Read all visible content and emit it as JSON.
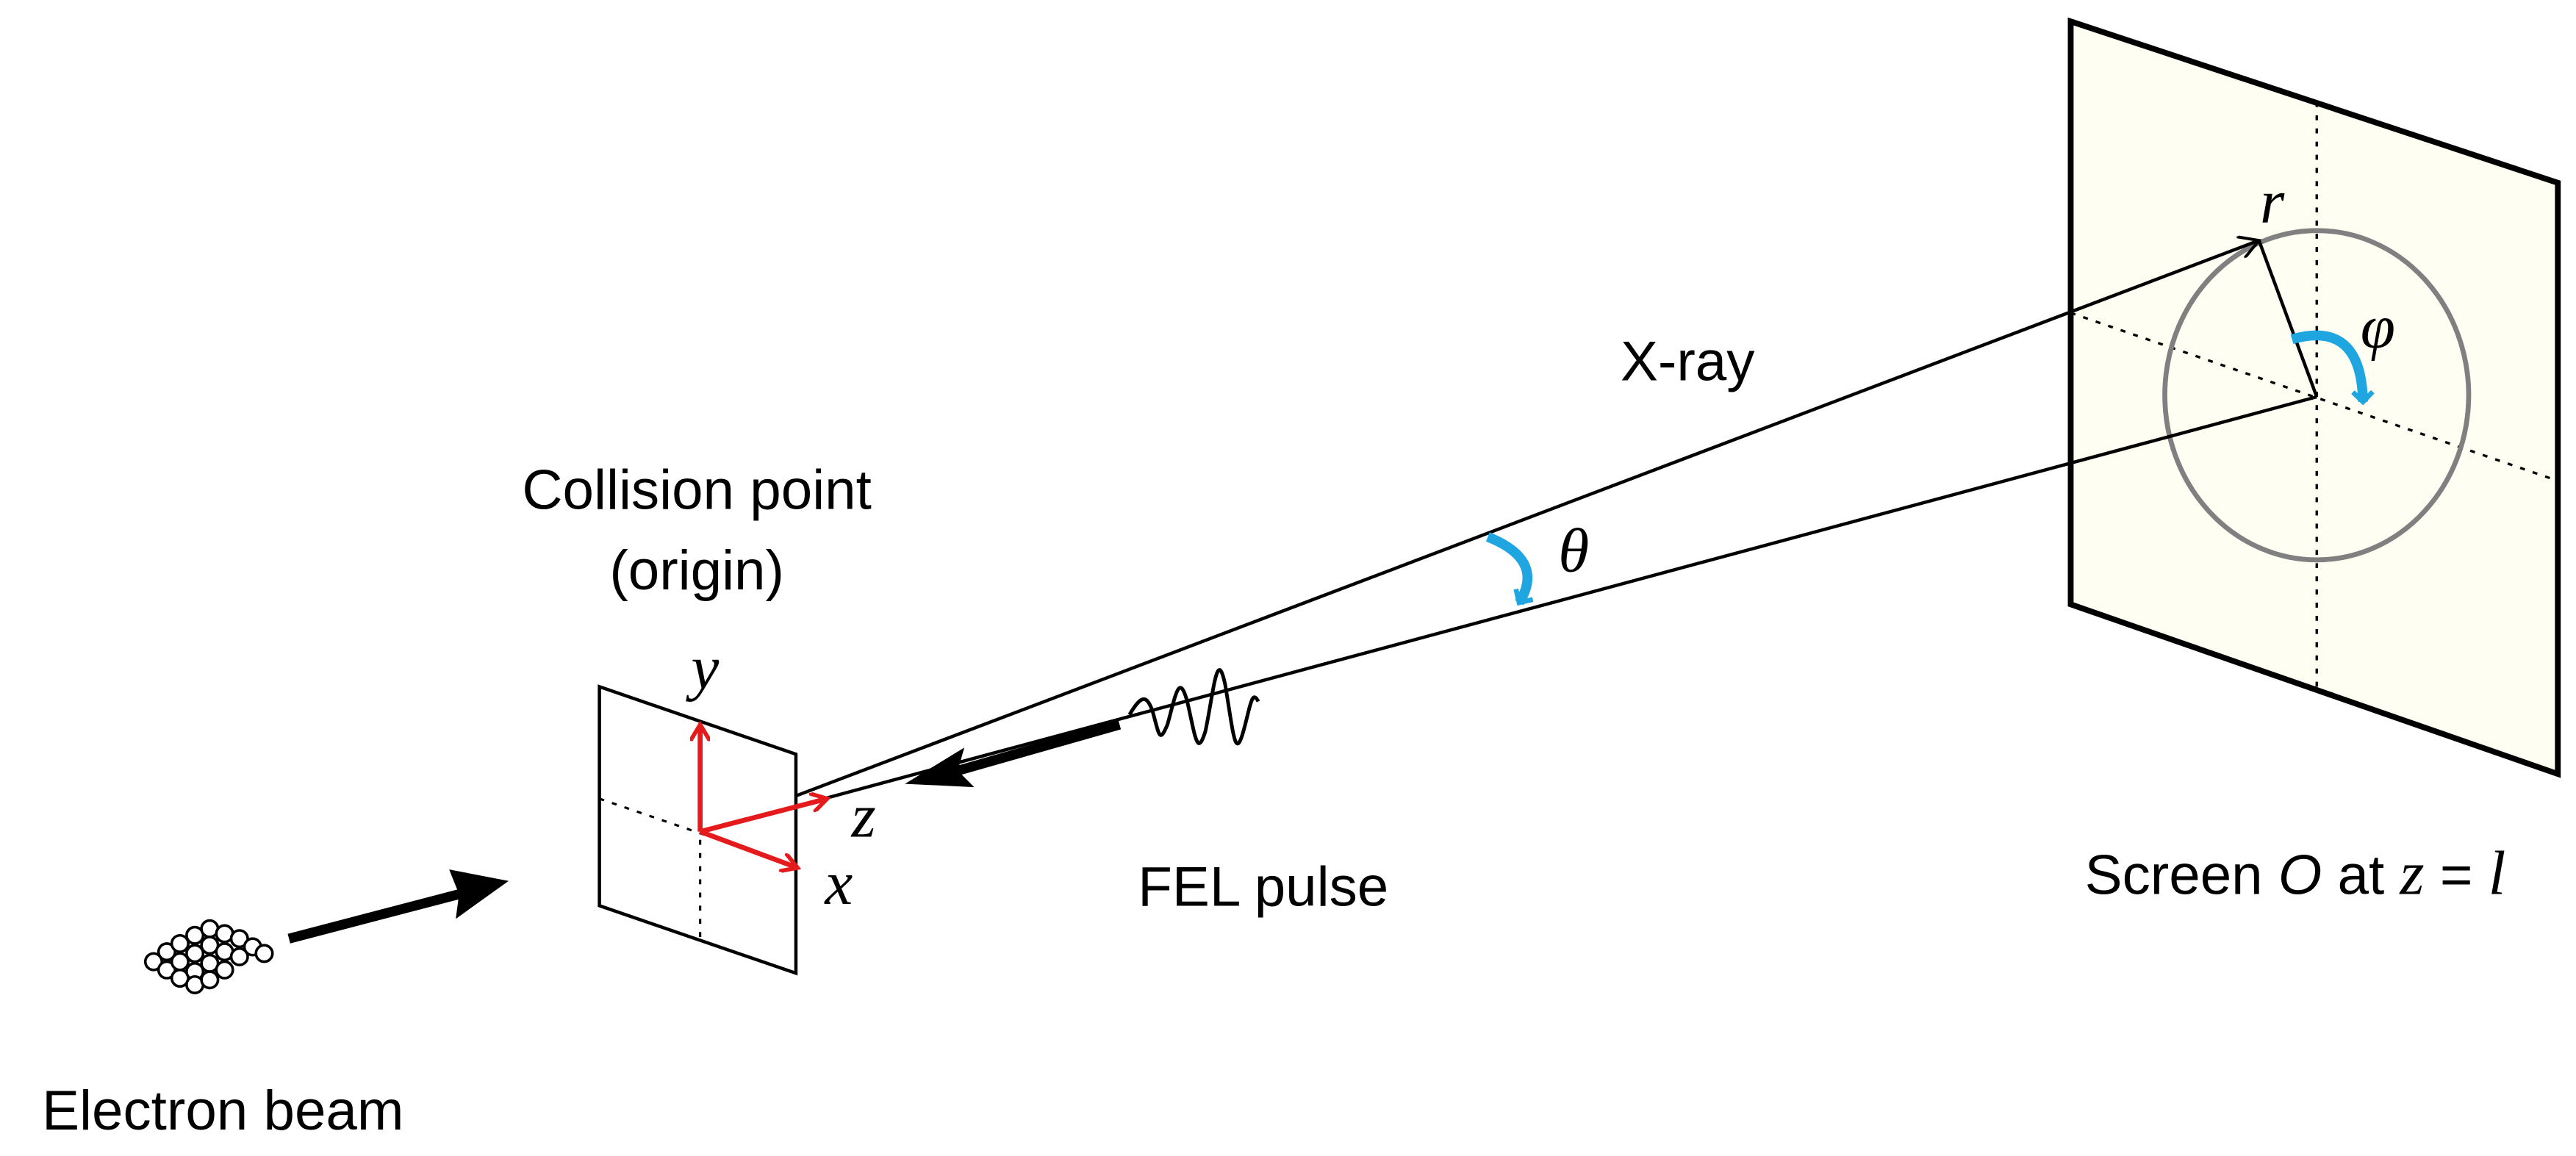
{
  "labels": {
    "collision_point_line1": "Collision point",
    "collision_point_line2": "(origin)",
    "electron_beam": "Electron beam",
    "fel_pulse": "FEL pulse",
    "xray": "X-ray",
    "theta": "θ",
    "phi": "φ",
    "r": "r",
    "axis_x": "x",
    "axis_y": "y",
    "axis_z": "z",
    "screen_prefix": "Screen ",
    "screen_O": "O",
    "screen_at": " at ",
    "screen_z": "z",
    "screen_eq": " = ",
    "screen_l": "l"
  },
  "colors": {
    "axis": "#e41a1c",
    "angle_arc": "#1fa6e0",
    "screen_fill": "#fefef2",
    "circle": "#808080",
    "line": "#000000"
  }
}
